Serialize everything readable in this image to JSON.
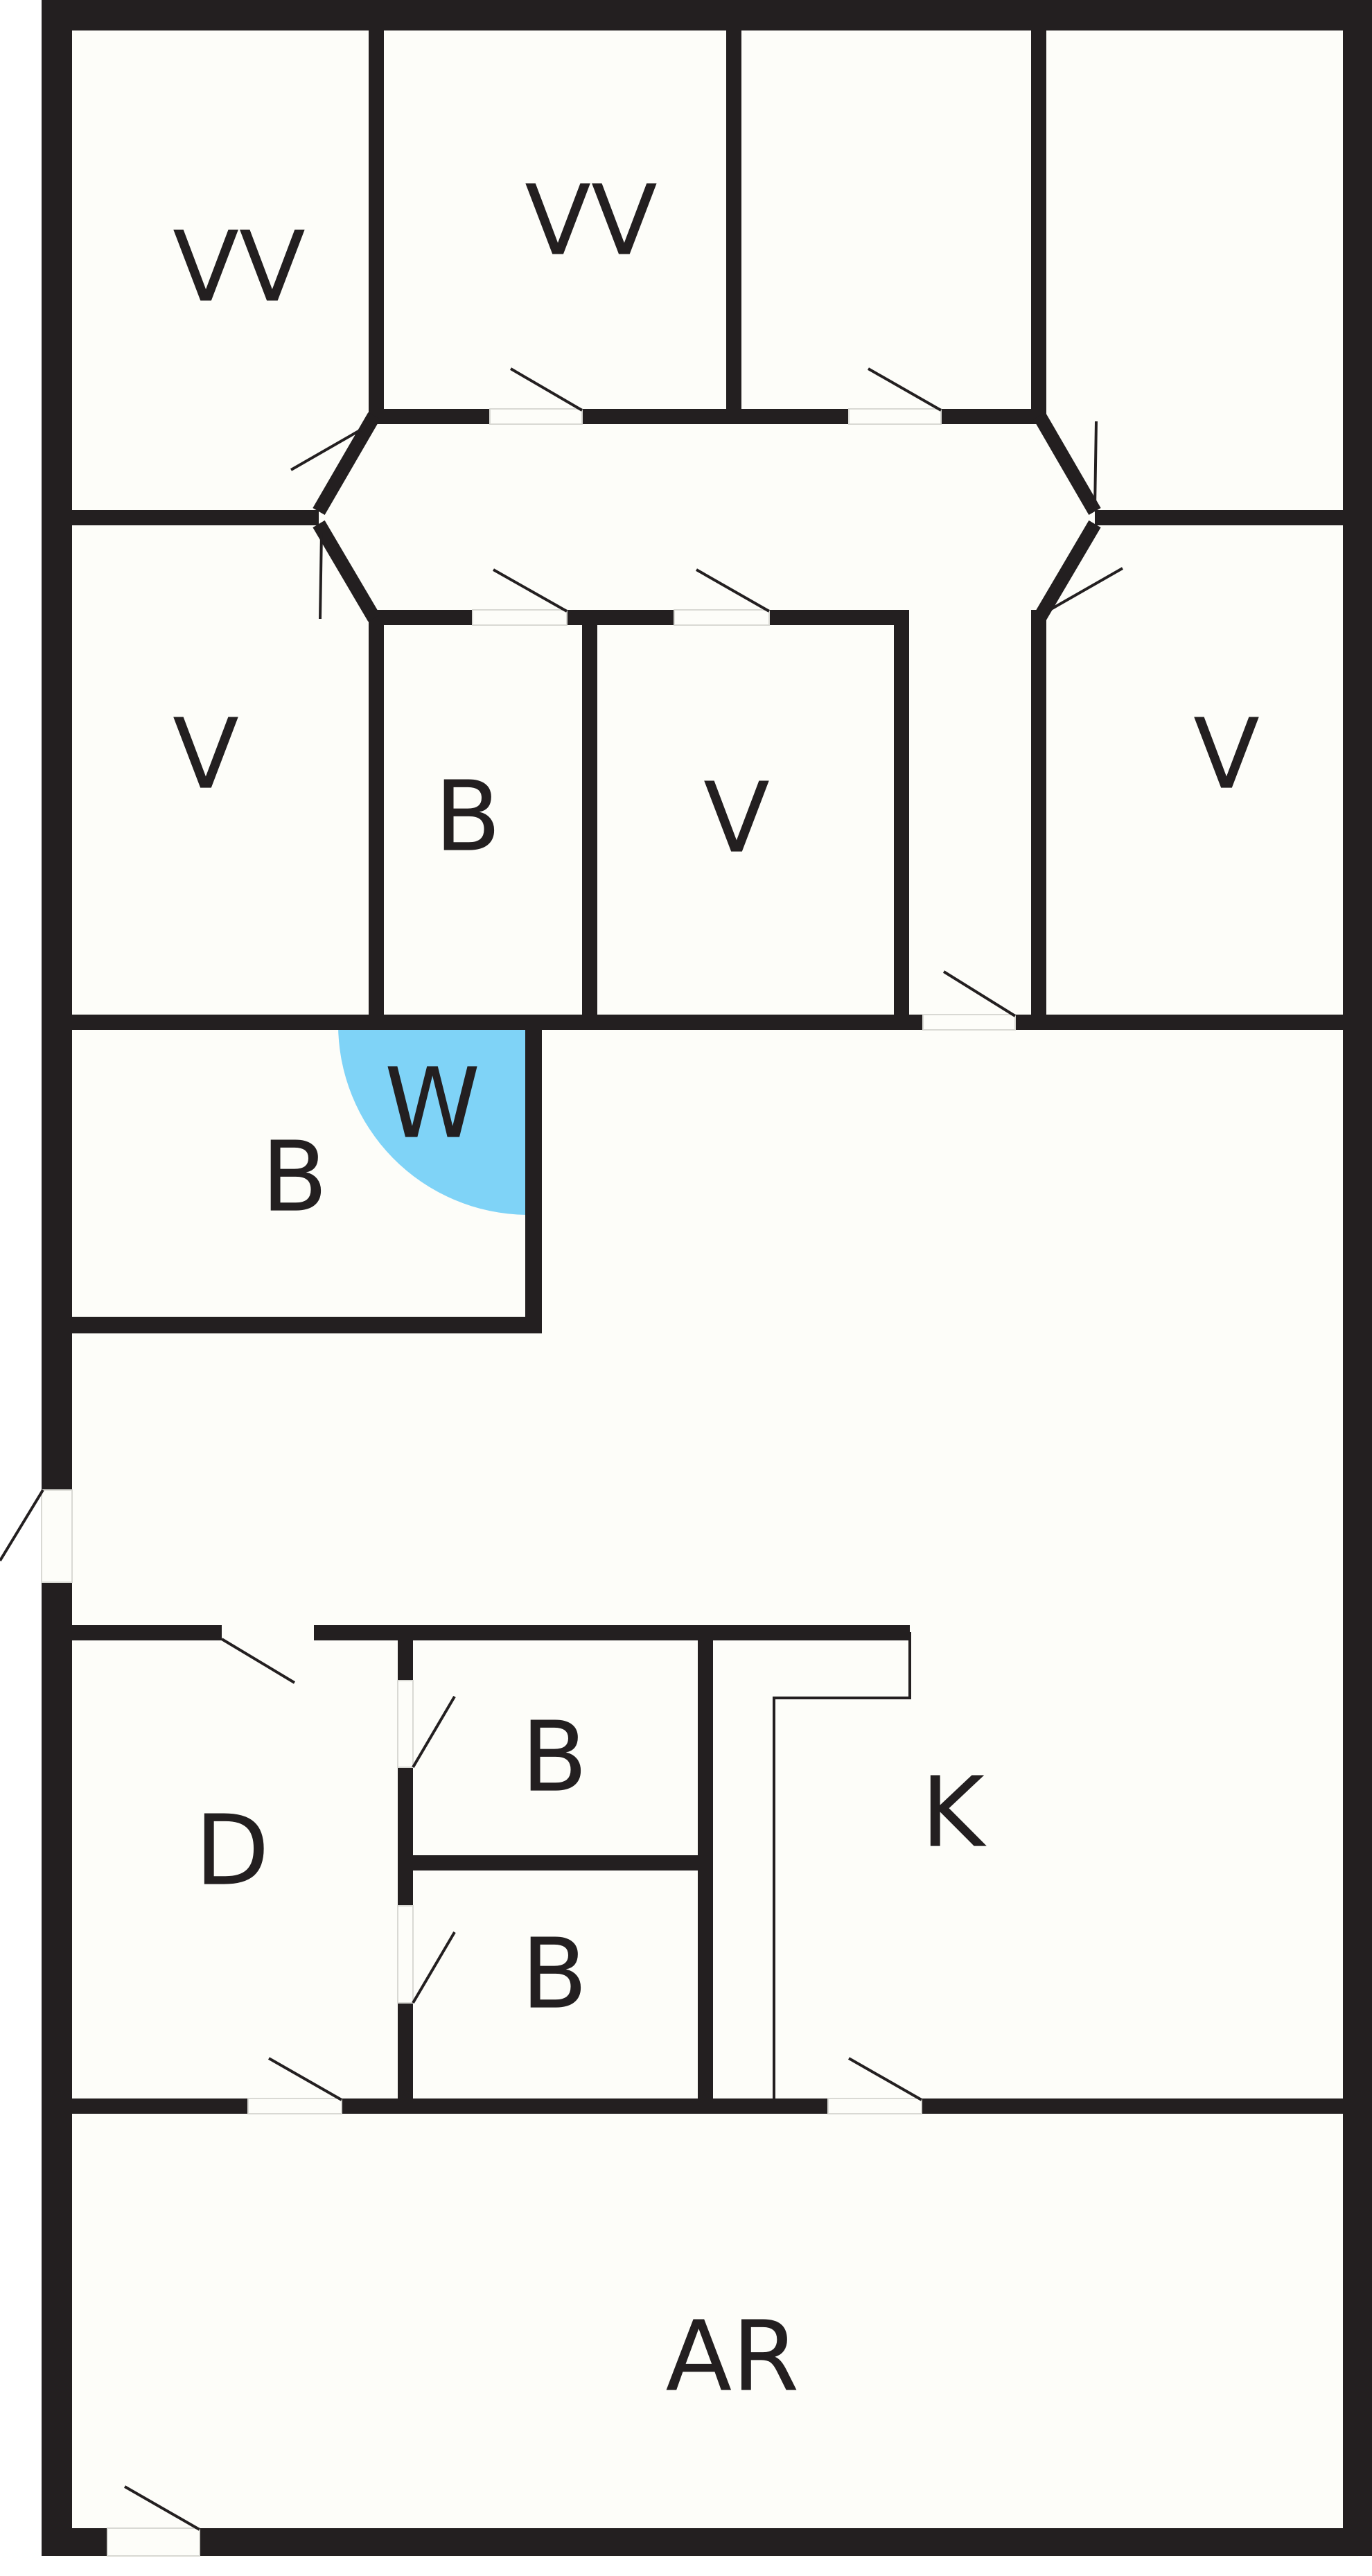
{
  "colors": {
    "wall": "#231f20",
    "floor": "#fdfdf9",
    "door_opening": "#fdfdf9",
    "washing_area": "#7fd3f7",
    "background": "#ffffff"
  },
  "labels": {
    "vv_1": "VV",
    "vv_2": "VV",
    "v_1": "V",
    "b_1": "B",
    "v_2": "V",
    "v_3": "V",
    "b_2": "B",
    "w": "W",
    "b_3": "B",
    "b_4": "B",
    "d": "D",
    "k": "K",
    "ar": "AR"
  }
}
